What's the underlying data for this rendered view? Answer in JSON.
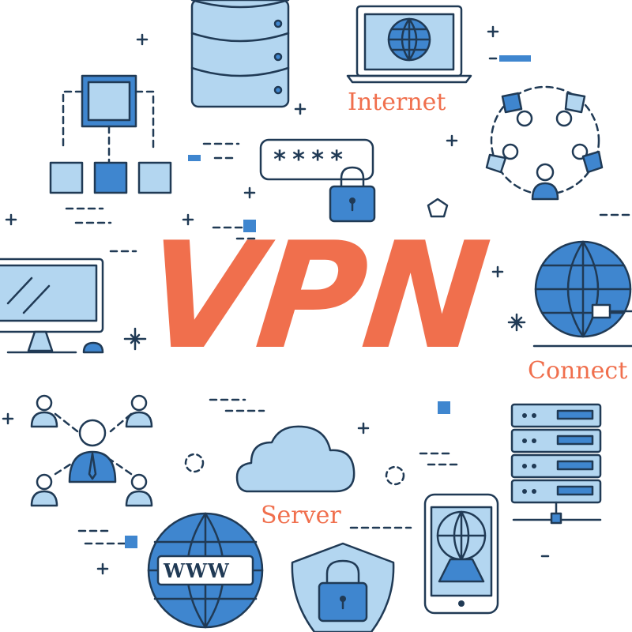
{
  "title": "VPN",
  "labels": {
    "internet": "Internet",
    "connect": "Connect",
    "server": "Server"
  },
  "password_mask": "****",
  "www_text": "WWW",
  "colors": {
    "accent": "#f06f4d",
    "icon_dark": "#3f86cf",
    "icon_light": "#b3d6f0",
    "outline": "#203a55"
  },
  "icons": [
    "database-icon",
    "laptop-globe-icon",
    "network-hierarchy-icon",
    "password-lock-icon",
    "user-ring-icon",
    "desktop-monitor-icon",
    "globe-connect-icon",
    "user-network-icon",
    "cloud-icon",
    "server-rack-icon",
    "www-globe-icon",
    "shield-lock-icon",
    "smartphone-globe-icon"
  ]
}
